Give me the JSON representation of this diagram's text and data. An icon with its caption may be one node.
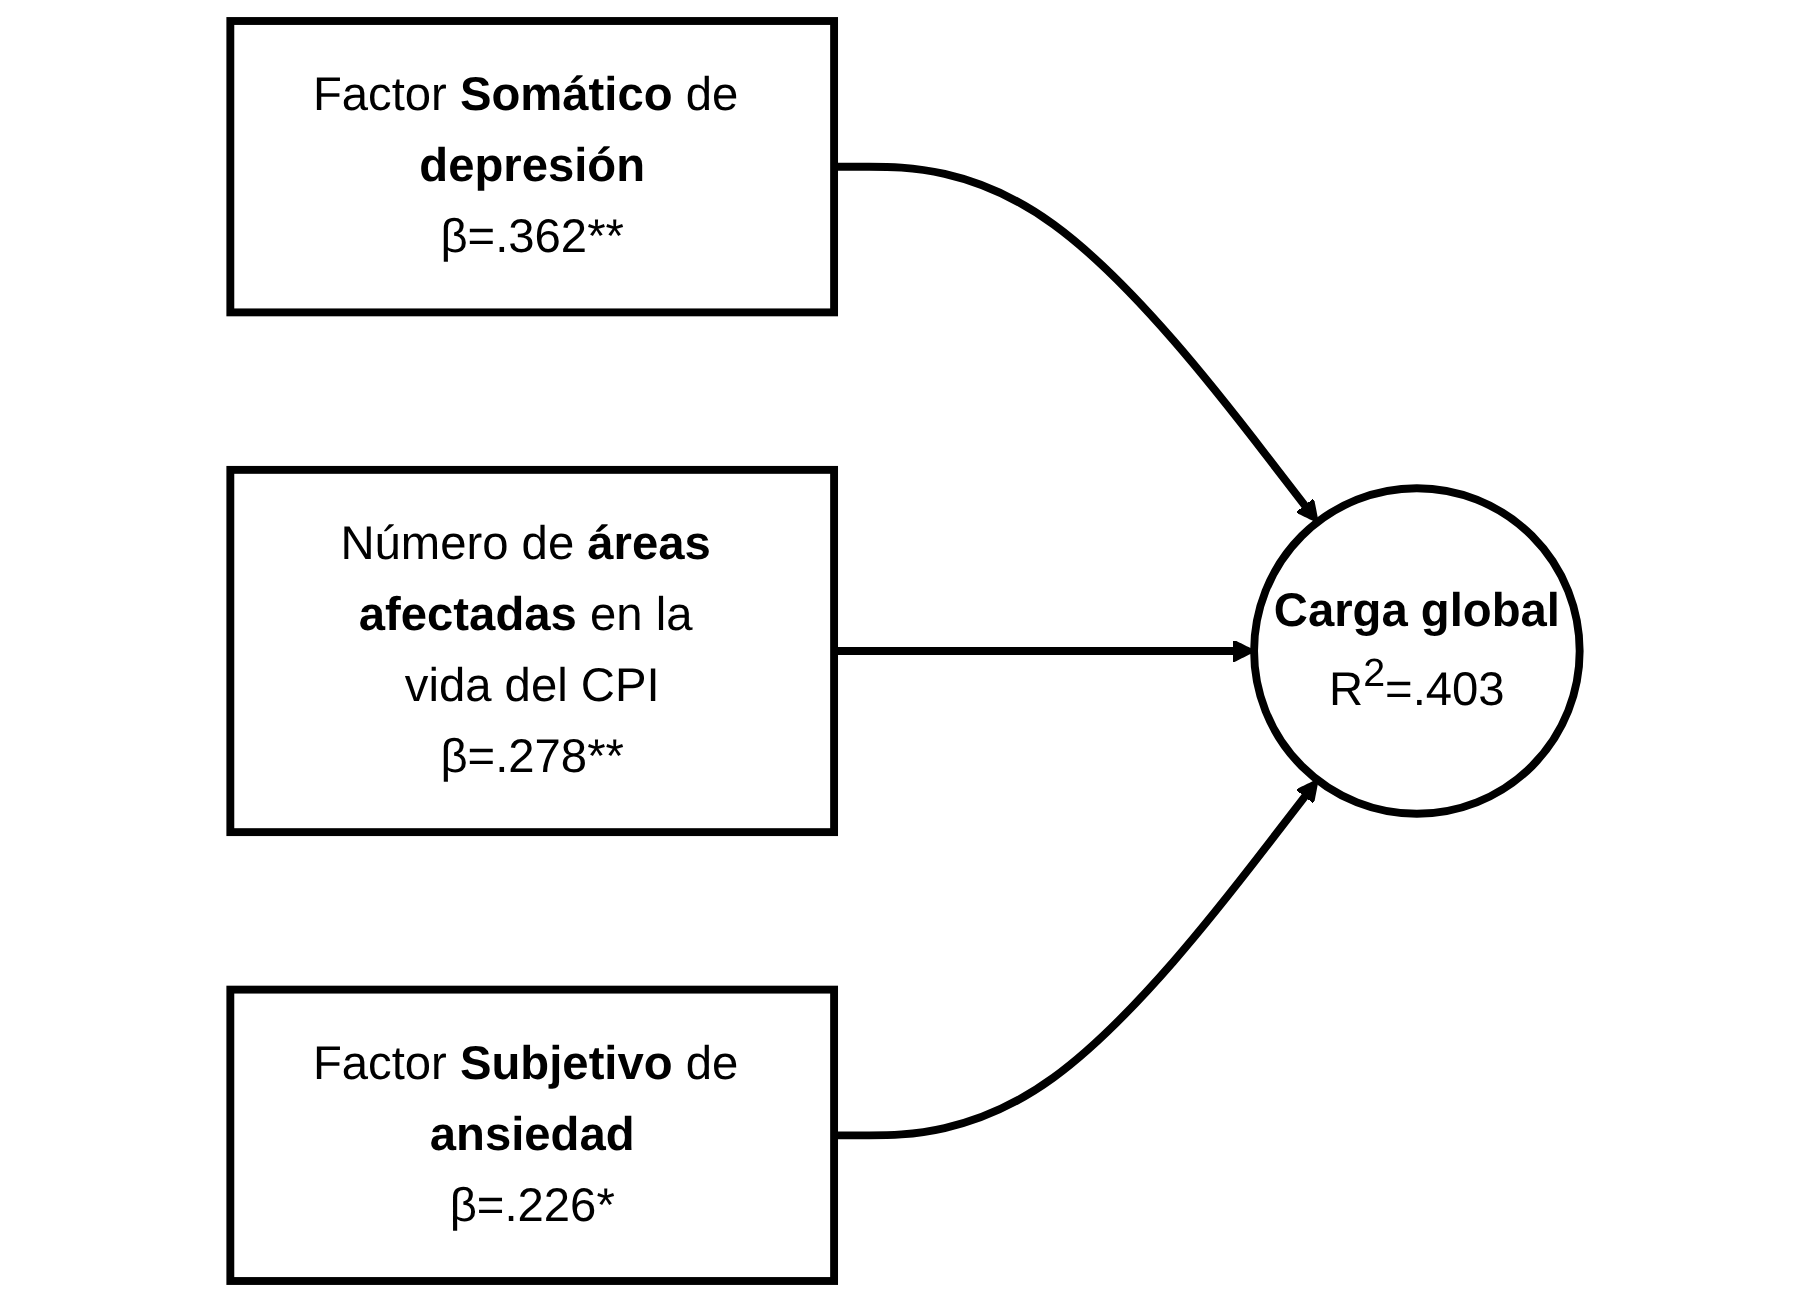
{
  "diagram": {
    "nodes": [
      {
        "text": [
          "Factor **Somático** de **depresión**",
          "β=.362**"
        ]
      },
      {
        "text": [
          "Número de **áreas afectadas** en la vida del CPI",
          "β=.278**"
        ]
      },
      {
        "text": [
          "Factor **Subjetivo** de **ansiedad**",
          "β=.226*"
        ]
      },
      {
        "text": [
          "**Carga global**",
          "R$^{2}$=.403"
        ]
      }
    ],
    "edges": [
      {
        "from": 0,
        "to": 3,
        "arrow": "to"
      },
      {
        "from": 1,
        "to": 3,
        "arrow": "to"
      },
      {
        "from": 2,
        "to": 3,
        "arrow": "to"
      }
    ]
  }
}
